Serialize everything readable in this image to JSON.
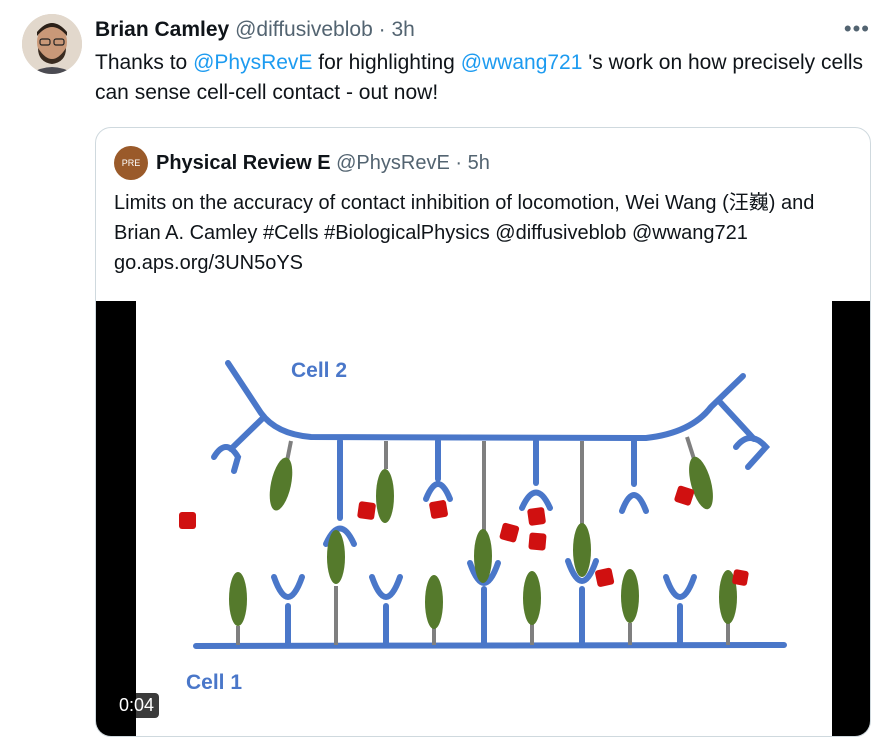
{
  "tweet": {
    "author_name": "Brian Camley",
    "author_handle": "@diffusiveblob",
    "separator": "·",
    "time": "3h",
    "more_label": "•••",
    "text_part1": "Thanks to ",
    "mention1": "@PhysRevE",
    "text_part2": " for highlighting ",
    "mention2": "@wwang721",
    "text_part3": " 's work on how precisely cells can sense cell-cell contact - out now!"
  },
  "quote": {
    "avatar_text": "PRE",
    "author_name": "Physical Review E",
    "author_handle": "@PhysRevE",
    "separator": "·",
    "time": "5h",
    "text": "Limits on the accuracy of contact inhibition of locomotion, Wei Wang (汪巍) and Brian A. Camley #Cells #BiologicalPhysics @diffusiveblob @wwang721  go.aps.org/3UN5oYS"
  },
  "media": {
    "label_cell2": "Cell 2",
    "label_cell1": "Cell 1",
    "duration": "0:04",
    "colors": {
      "membrane": "#4a77c9",
      "ligand": "#557a2c",
      "molecule": "#d01010",
      "stalk": "#7f7f7f"
    }
  }
}
